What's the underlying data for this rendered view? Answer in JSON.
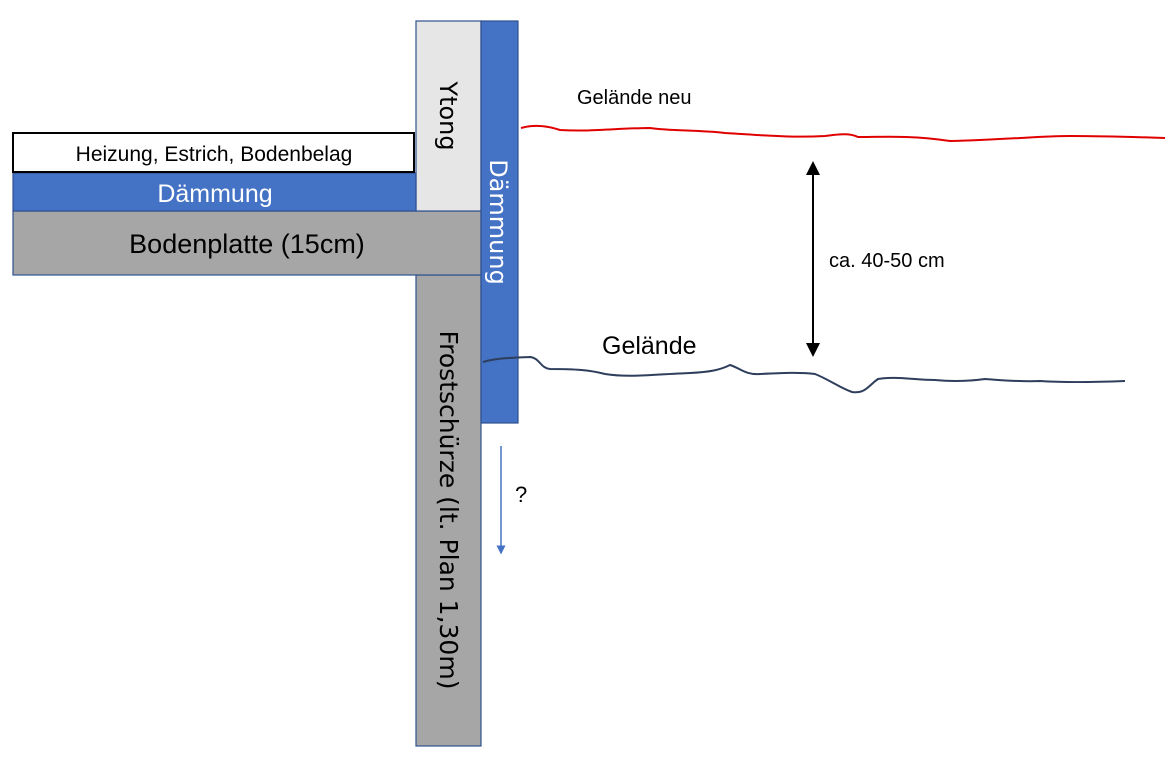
{
  "diagram": {
    "labels": {
      "floor_top": "Heizung, Estrich, Bodenbelag",
      "floor_insulation": "Dämmung",
      "slab": "Bodenplatte (15cm)",
      "ytong": "Ytong",
      "wall_insulation": "Dämmung",
      "frost_skirt": "Frostschürze (lt. Plan 1,30m)",
      "new_ground": "Gelände neu",
      "ground": "Gelände",
      "height_diff": "ca. 40-50 cm",
      "question": "?"
    },
    "colors": {
      "insulation": "#4472C4",
      "concrete": "#A6A6A6",
      "ytong": "#E7E6E6",
      "outline": "#2F528F",
      "new_ground_line": "#E00000",
      "ground_line": "#2E3E5C",
      "dimension_arrow": "#000000",
      "question_arrow": "#4472C4"
    }
  }
}
